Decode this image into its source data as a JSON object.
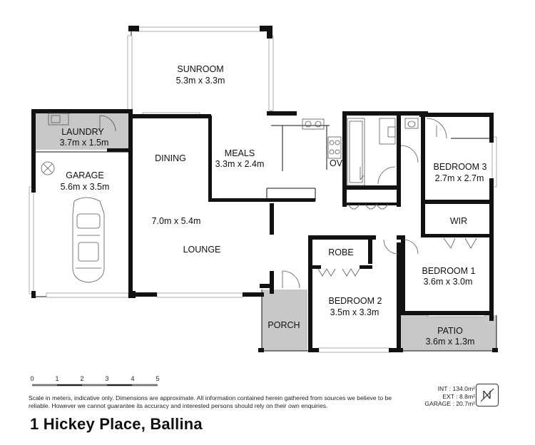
{
  "rooms": {
    "sunroom": {
      "name": "SUNROOM",
      "size": "5.3m x 3.3m"
    },
    "laundry": {
      "name": "LAUNDRY",
      "size": "3.7m x 1.5m"
    },
    "garage": {
      "name": "GARAGE",
      "size": "5.6m x 3.5m"
    },
    "dining": {
      "name": "DINING"
    },
    "meals": {
      "name": "MEALS",
      "size": "3.3m x 2.4m"
    },
    "lounge": {
      "name": "LOUNGE",
      "size": "7.0m x 5.4m"
    },
    "ov": {
      "name": "OV"
    },
    "bedroom3": {
      "name": "BEDROOM 3",
      "size": "2.7m x 2.7m"
    },
    "wir": {
      "name": "WIR"
    },
    "bedroom1": {
      "name": "BEDROOM 1",
      "size": "3.6m x 3.0m"
    },
    "robe": {
      "name": "ROBE"
    },
    "bedroom2": {
      "name": "BEDROOM 2",
      "size": "3.5m x 3.3m"
    },
    "porch": {
      "name": "PORCH"
    },
    "patio": {
      "name": "PATIO",
      "size": "3.6m x 1.3m"
    }
  },
  "scale": {
    "ticks": [
      "0",
      "1",
      "2",
      "3",
      "4",
      "5"
    ],
    "disclaimer": "Scale in meters, indicative only. Dimensions are approximate. All information contained herein gathered from sources we believe to be reliable. However we cannot guarantee its accuracy and interested persons should rely on their own enquiries."
  },
  "areas": {
    "int": "INT : 134.0m²",
    "ext": "EXT : 8.8m²",
    "garage": "GARAGE : 20.7m²"
  },
  "address": "1 Hickey Place, Ballina",
  "colors": {
    "walls": "#111111",
    "shaded": "#c8c8c8",
    "floor": "#ffffff"
  },
  "icons": [
    "compass-north-icon"
  ]
}
